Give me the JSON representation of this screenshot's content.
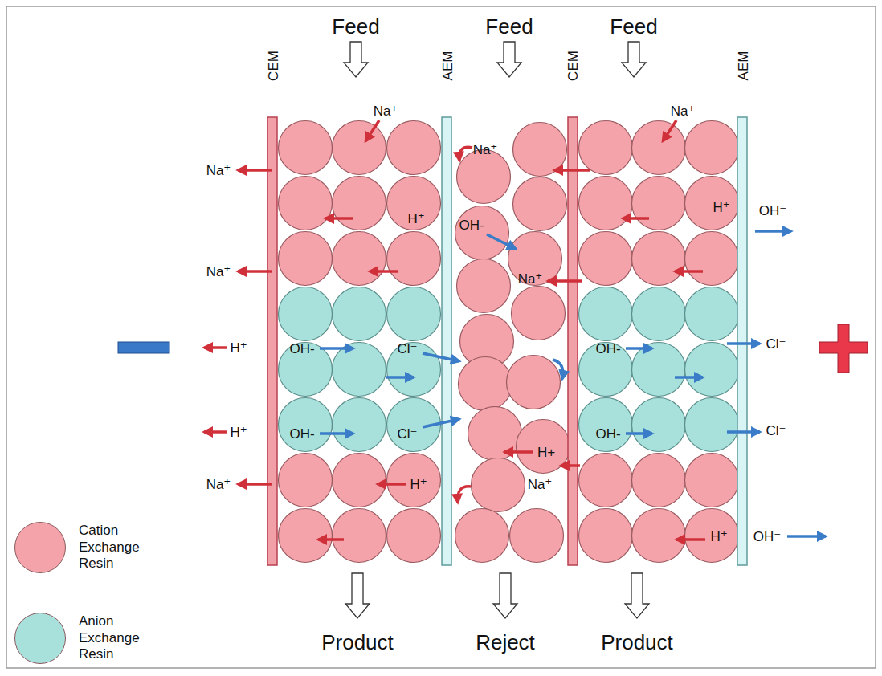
{
  "diagram": {
    "labels": [
      "Feed",
      "Feed",
      "Feed",
      "CEM",
      "AEM",
      "CEM",
      "AEM",
      "Na⁺",
      "Na⁺",
      "Na⁺",
      "Na⁺",
      "H⁺",
      "OH-",
      "H⁺",
      "OH⁻",
      "Na⁺",
      "Na⁺",
      "H⁺",
      "OH-",
      "Cl⁻",
      "OH-",
      "Cl⁻",
      "H⁺",
      "OH-",
      "Cl⁻",
      "H+",
      "OH-",
      "Cl⁻",
      "Na⁺",
      "H⁺",
      "Na⁺",
      "H⁺",
      "OH⁻",
      "Product",
      "Reject",
      "Product"
    ],
    "legend": [
      {
        "text": "Cation Exchange Resin",
        "color": "#f4a3aa"
      },
      {
        "text": "Anion Exchange Resin",
        "color": "#a8e0db"
      }
    ]
  }
}
